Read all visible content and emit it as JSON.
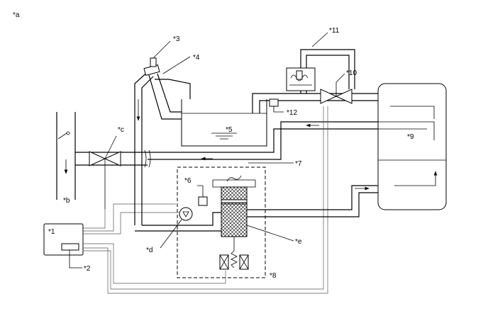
{
  "labels": {
    "a": "*a",
    "b": "*b",
    "c": "*c",
    "d": "*d",
    "e": "*e",
    "n1": "*1",
    "n2": "*2",
    "n3": "*3",
    "n4": "*4",
    "n5": "*5",
    "n6": "*6",
    "n7": "*7",
    "n8": "*8",
    "n9": "*9",
    "n10": "*10",
    "n11": "*11",
    "n12": "*12"
  }
}
